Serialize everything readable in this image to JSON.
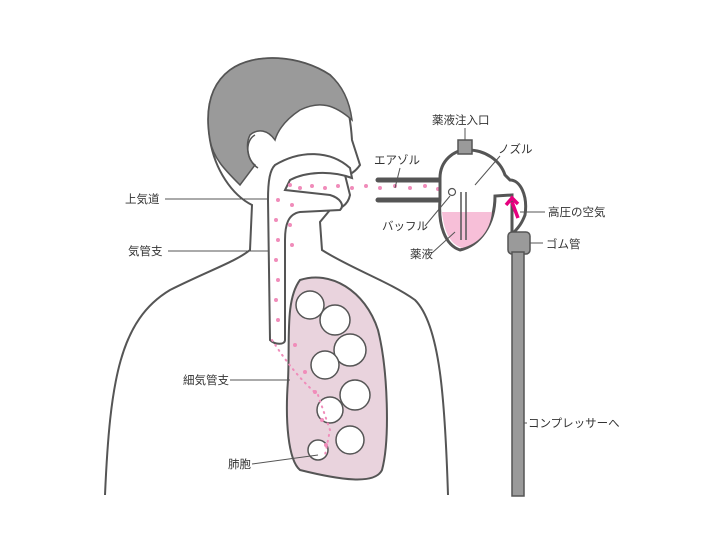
{
  "labels": {
    "inlet": "薬液注入口",
    "nozzle": "ノズル",
    "aerosol": "エアゾル",
    "upper_airway": "上気道",
    "high_pressure_air": "高圧の空気",
    "baffle": "バッフル",
    "medicine": "薬液",
    "rubber_tube": "ゴム管",
    "bronchus": "気管支",
    "bronchiole": "細気管支",
    "alveoli": "肺胞",
    "to_compressor": "コンプレッサーへ"
  },
  "colors": {
    "pink": "#f7bfd8",
    "dot": "#f08cba",
    "arrow": "#e6007e",
    "hair": "#9a9a9a",
    "line": "#555555",
    "lung": "#e9d3dd"
  }
}
